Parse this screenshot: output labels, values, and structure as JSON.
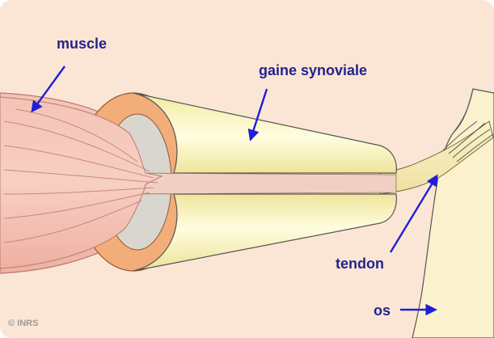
{
  "labels": {
    "muscle": "muscle",
    "sheath": "gaine synoviale",
    "tendon": "tendon",
    "bone": "os"
  },
  "credit": "© INRS",
  "colors": {
    "background": "#fbe6d6",
    "label": "#23238c",
    "arrow": "#1f1fd6",
    "muscle": "#f0b6a8",
    "sheath_ring": "#f2ad79",
    "sheath_body": "#f4efaa",
    "tendon": "#f3e9b4",
    "bone": "#fbf1cc"
  }
}
